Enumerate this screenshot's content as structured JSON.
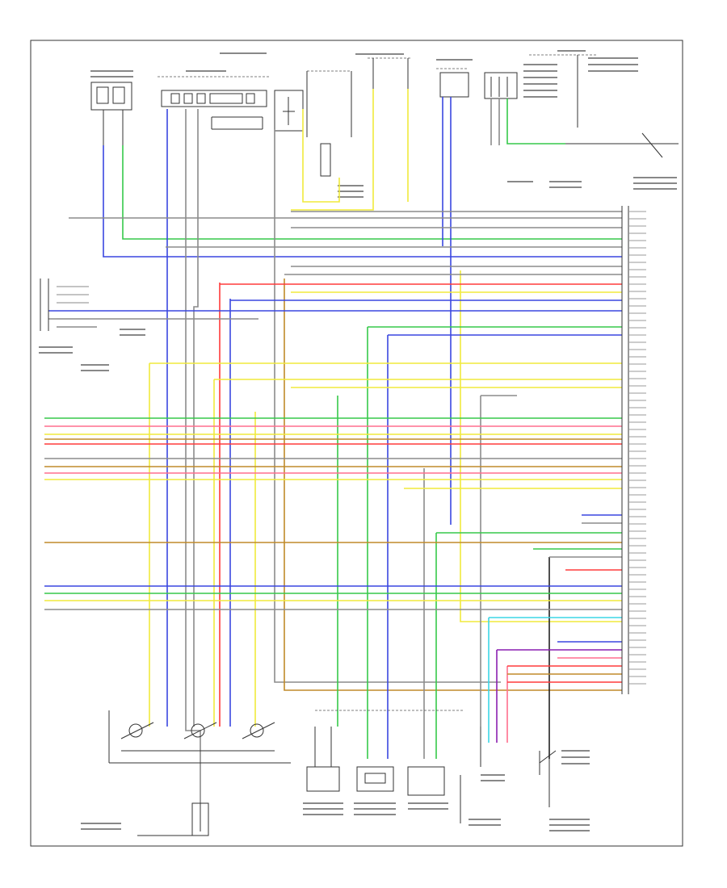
{
  "diagram": {
    "footer_code": ""
  },
  "colors": {
    "green": "#36c94a",
    "blue": "#3a47e0",
    "red": "#ff3b3b",
    "yellow": "#f0ea3c",
    "orange": "#c08a2a",
    "gray": "#8c8c8c",
    "cyan": "#3bd6e6",
    "purple": "#8a1fb0",
    "pink": "#ff6f8e",
    "black": "#222222"
  },
  "components": [
    {
      "id": "upper-left-sensor",
      "label": ""
    },
    {
      "id": "upper-left-module",
      "label": ""
    },
    {
      "id": "relay-box",
      "label": ""
    },
    {
      "id": "upper-center-connector",
      "label": ""
    },
    {
      "id": "center-top-module",
      "label": ""
    },
    {
      "id": "upper-right-switch",
      "label": ""
    },
    {
      "id": "left-switch-stack",
      "label": ""
    },
    {
      "id": "engine-control-module",
      "label": ""
    },
    {
      "id": "solenoid-pack",
      "label": ""
    },
    {
      "id": "ground-switch",
      "label": ""
    },
    {
      "id": "input-shaft-sensor",
      "label": ""
    },
    {
      "id": "output-shaft-sensor",
      "label": ""
    },
    {
      "id": "fluid-temp-sensor",
      "label": ""
    },
    {
      "id": "bottom-connector",
      "label": ""
    },
    {
      "id": "bottom-right-switch",
      "label": ""
    }
  ]
}
